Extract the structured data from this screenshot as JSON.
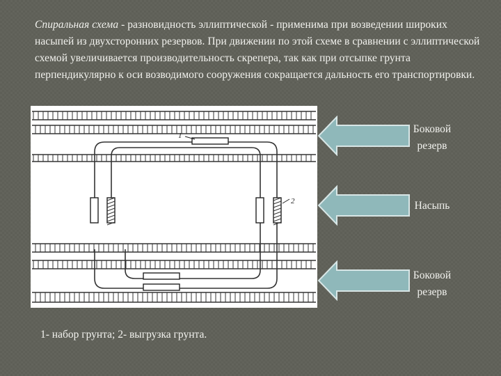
{
  "text": {
    "term": "Спиральная схема",
    "body": " - разновидность эллиптической - применима при возведении широких насыпей из двухсторонних резервов. При движении по этой схеме в сравнении с эллиптической схемой увеличивается производительность скрепера, так как при отсыпке грунта перпендикулярно к оси возводимого сооружения сокращается дальность его транспортировки."
  },
  "labels": {
    "top_line1": "Боковой",
    "top_line2": "резерв",
    "middle": "Насыпь",
    "bottom_line1": "Боковой",
    "bottom_line2": "резерв"
  },
  "diagram": {
    "marker1": "1",
    "marker2": "2"
  },
  "legend": "1- набор грунта; 2- выгрузка грунта.",
  "colors": {
    "background": "#5e5f57",
    "arrow_fill": "#8fb8ba",
    "arrow_stroke": "#d8e6e6",
    "text": "#f2f2ee"
  }
}
